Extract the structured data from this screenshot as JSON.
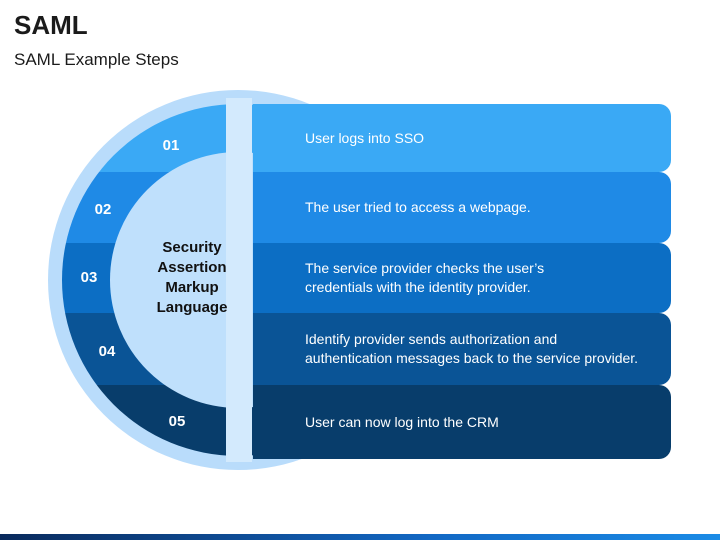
{
  "header": {
    "title": "SAML",
    "subtitle": "SAML Example Steps"
  },
  "center_label": "Security\nAssertion\nMarkup\nLanguage",
  "steps": [
    {
      "number": "01",
      "text": "User logs into SSO",
      "color": "#3aa9f5"
    },
    {
      "number": "02",
      "text": "The user tried to access a webpage.",
      "color": "#1f8ae6"
    },
    {
      "number": "03",
      "text": "The service provider checks the user’s\ncredentials with the identity provider.",
      "color": "#0c6ec4"
    },
    {
      "number": "04",
      "text": "Identify provider sends authorization and\nauthentication messages back to the service provider.",
      "color": "#0a5496"
    },
    {
      "number": "05",
      "text": "User can now log into the CRM",
      "color": "#083d6b"
    }
  ],
  "colors": {
    "outer_ring": "#b9dcfb",
    "inner_circle": "#bfe0fc",
    "divider": "#d3eafd"
  }
}
